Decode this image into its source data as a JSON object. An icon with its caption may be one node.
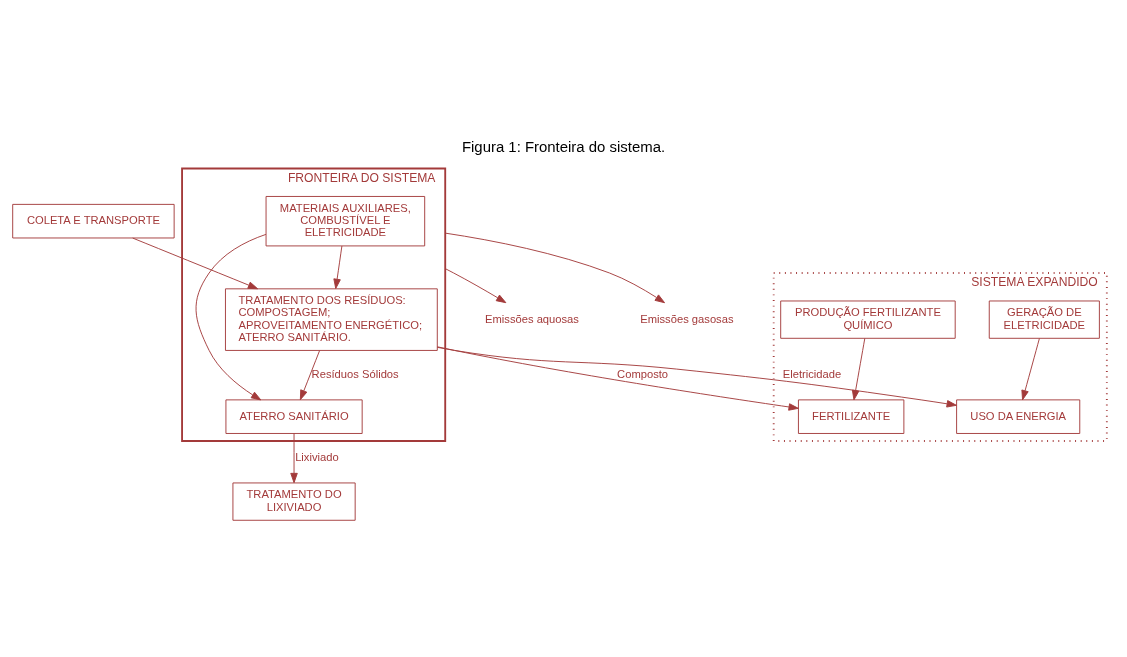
{
  "diagram": {
    "title": "Figura 1: Fronteira do sistema.",
    "nodes": [
      {
        "text": [
          "COLETA E TRANSPORTE"
        ]
      },
      {
        "text": [
          "FRONTEIRA DO SISTEMA"
        ]
      },
      {
        "text": [
          "SISTEMA EXPANDIDO"
        ]
      },
      {
        "text": [
          "PRODUÇÃO FERTILIZANTE QUÍMICO"
        ],
        "in": 2
      },
      {
        "text": [
          "GERAÇÃO DE ELETRICIDADE"
        ],
        "in": 2
      },
      {
        "text": [
          "MATERIAIS AUXILIARES, COMBUSTÍVEL E ELETRICIDADE"
        ],
        "in": 1
      },
      {
        "text": [
          "TRATAMENTO DOS RESÍDUOS:",
          "COMPOSTAGEM;",
          "APROVEITAMENTO ENERGÉTICO;",
          "ATERRO SANITÁRIO."
        ],
        "in": 1
      },
      {
        "text": [
          "FERTILIZANTE"
        ],
        "in": 2
      },
      {
        "text": [
          "USO DA ENERGIA"
        ],
        "in": 2
      },
      {
        "text": [
          "ATERRO SANITÁRIO"
        ],
        "in": 1
      },
      {
        "text": [
          "Emissões aquosas"
        ]
      },
      {
        "text": [
          "Emissões gasosas"
        ]
      },
      {
        "text": [
          "TRATAMENTO DO LIXIVIADO"
        ]
      }
    ],
    "edges": [
      {
        "from": 0,
        "to": 6,
        "arrow": "to"
      },
      {
        "from": 5,
        "to": 6,
        "arrow": "to"
      },
      {
        "from": 5,
        "to": 9,
        "arrow": "to"
      },
      {
        "from": 6,
        "to": 9,
        "arrow": "to",
        "label": "Resíduos Sólidos"
      },
      {
        "from": 6,
        "to": 7,
        "arrow": "to",
        "label": "Composto"
      },
      {
        "from": 6,
        "to": 8,
        "arrow": "to",
        "label": "Eletricidade"
      },
      {
        "from": 3,
        "to": 7,
        "arrow": "to"
      },
      {
        "from": 4,
        "to": 8,
        "arrow": "to"
      },
      {
        "from": 9,
        "to": 12,
        "arrow": "to",
        "label": "Lixiviado"
      },
      {
        "from": 1,
        "to": 10,
        "arrow": "to"
      },
      {
        "from": 1,
        "to": 11,
        "arrow": "to"
      }
    ]
  }
}
